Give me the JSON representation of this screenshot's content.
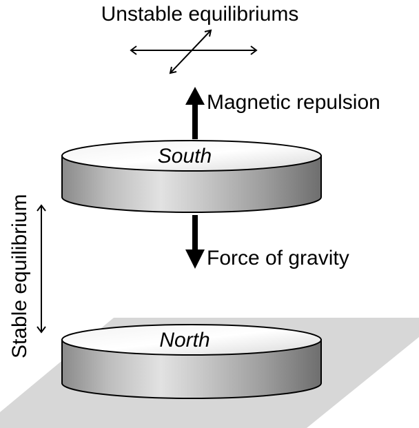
{
  "diagram": {
    "labels": {
      "unstable": "Unstable equilibriums",
      "repulsion": "Magnetic repulsion",
      "gravity": "Force of gravity",
      "stable": "Stable equilibrium"
    },
    "magnets": {
      "top": "South",
      "bottom": "North"
    }
  }
}
